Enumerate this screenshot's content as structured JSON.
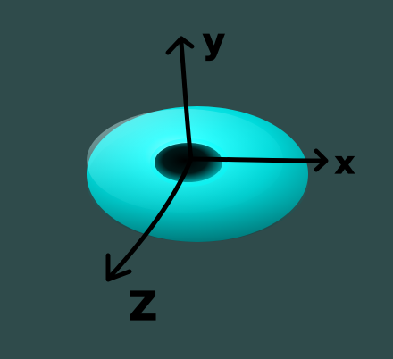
{
  "diagram": {
    "background_color": "#2f4b4b",
    "torus_color": "#00ffff",
    "axes": {
      "x_label": "x",
      "y_label": "y",
      "z_label": "Z"
    }
  }
}
